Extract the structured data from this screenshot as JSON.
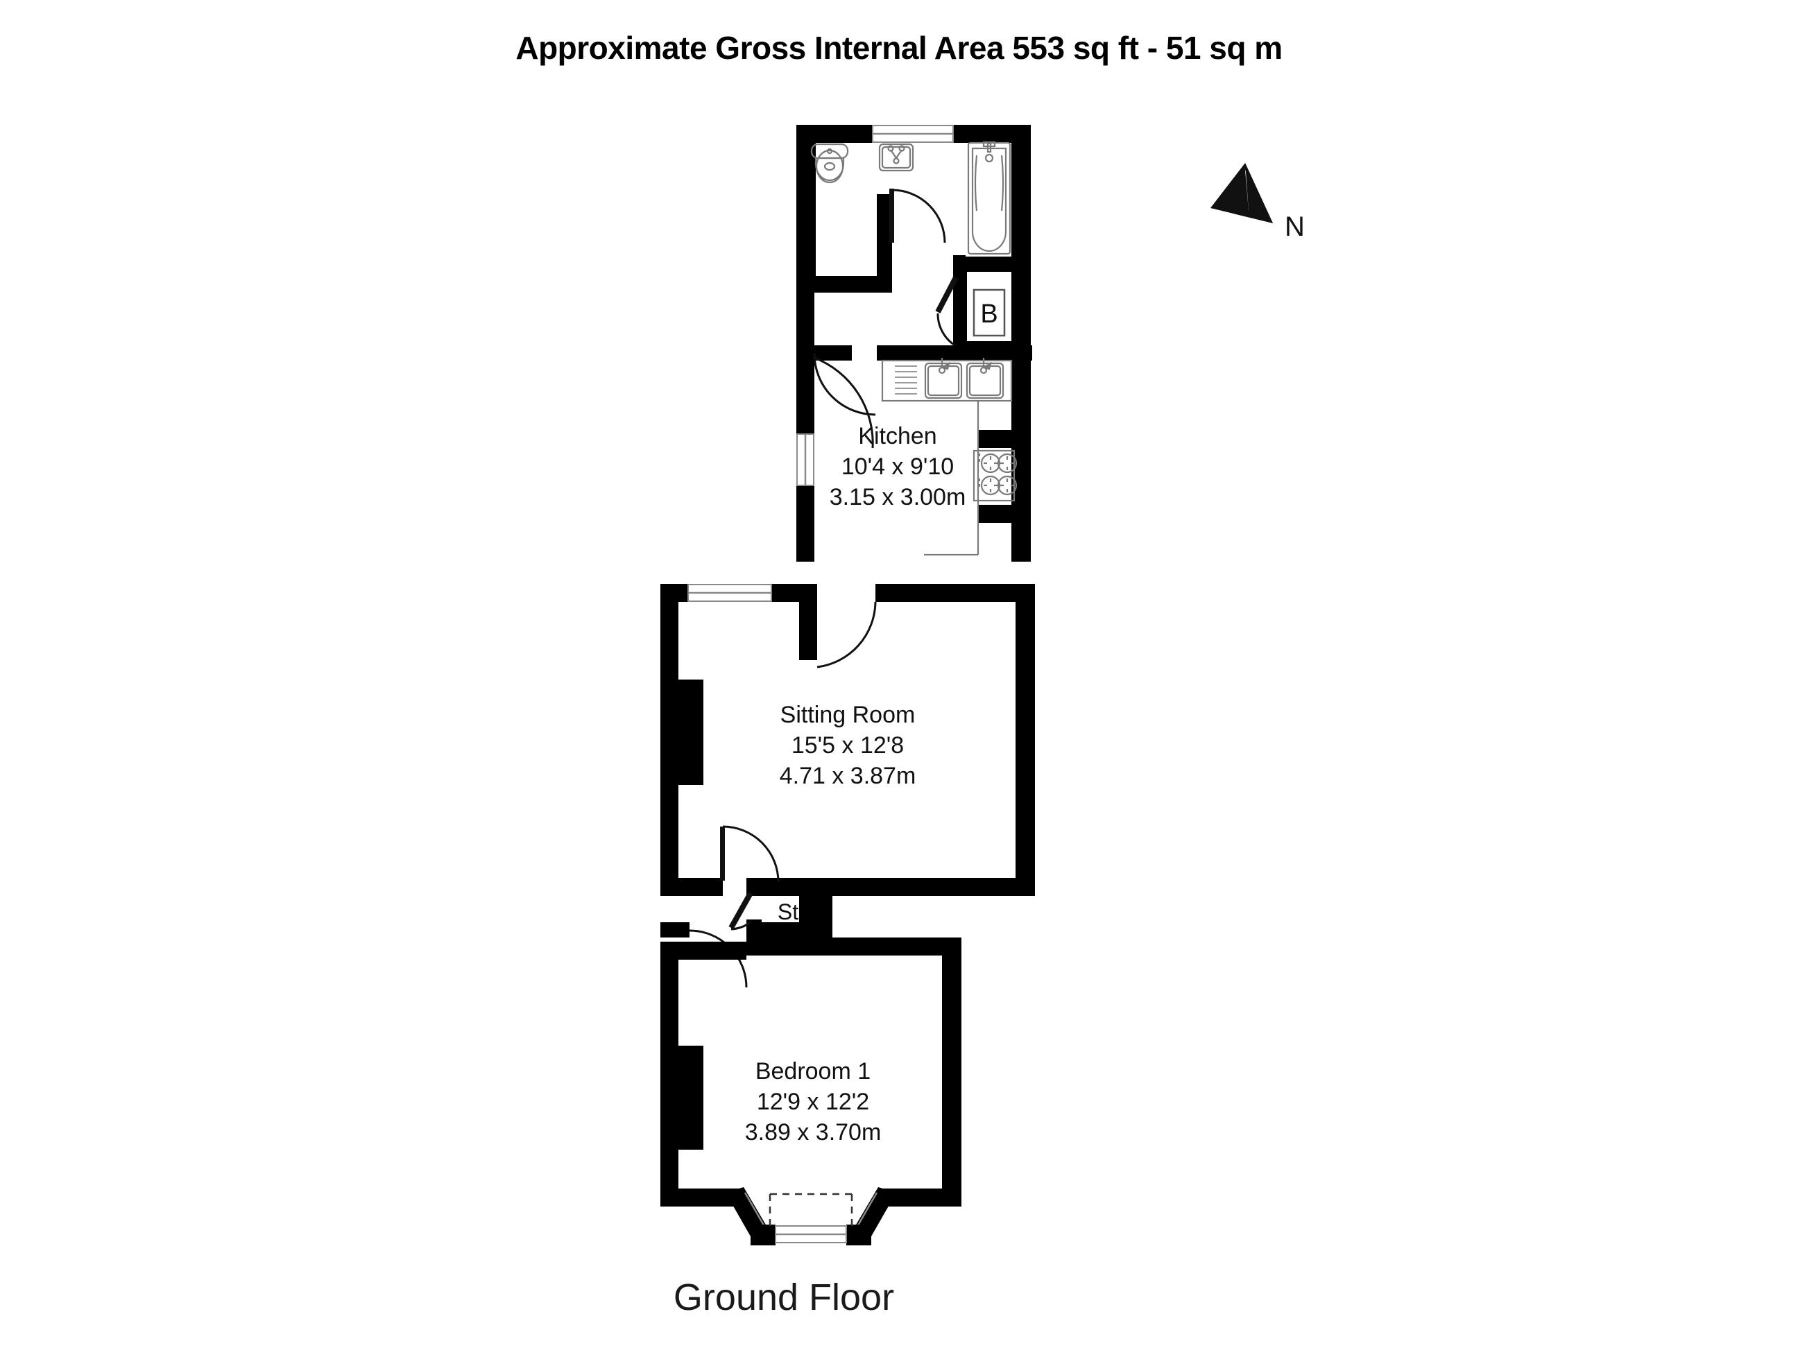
{
  "title": "Approximate Gross Internal Area 553 sq ft - 51 sq m",
  "floor_caption": "Ground Floor",
  "compass": {
    "label": "N",
    "icon": "north-arrow-icon"
  },
  "area": {
    "sq_ft": "553 sq ft",
    "sq_m": "51 sq m"
  },
  "rooms": [
    {
      "name": "Kitchen",
      "dim_imperial": "10'4 x 9'10",
      "dim_metric": "3.15 x 3.00m"
    },
    {
      "name": "Sitting Room",
      "dim_imperial": "15'5 x 12'8",
      "dim_metric": "4.71 x 3.87m"
    },
    {
      "name": "Bedroom 1",
      "dim_imperial": "12'9 x 12'2",
      "dim_metric": "3.89 x 3.70m"
    }
  ],
  "annotations": [
    {
      "key": "storage",
      "label": "St"
    },
    {
      "key": "boiler",
      "label": "B"
    }
  ],
  "fixtures": [
    {
      "key": "wc",
      "name": "toilet-fixture"
    },
    {
      "key": "basin",
      "name": "washbasin-fixture"
    },
    {
      "key": "bath",
      "name": "bathtub-fixture"
    },
    {
      "key": "sink",
      "name": "double-sink-fixture"
    },
    {
      "key": "drainer",
      "name": "sink-drainer-fixture"
    },
    {
      "key": "hob",
      "name": "cooker-hob-fixture"
    },
    {
      "key": "bay",
      "name": "bay-window-fixture"
    }
  ],
  "colors": {
    "wall": "#000000",
    "background": "#ffffff",
    "fixture_line": "#7a7a7a",
    "text": "#111111"
  }
}
